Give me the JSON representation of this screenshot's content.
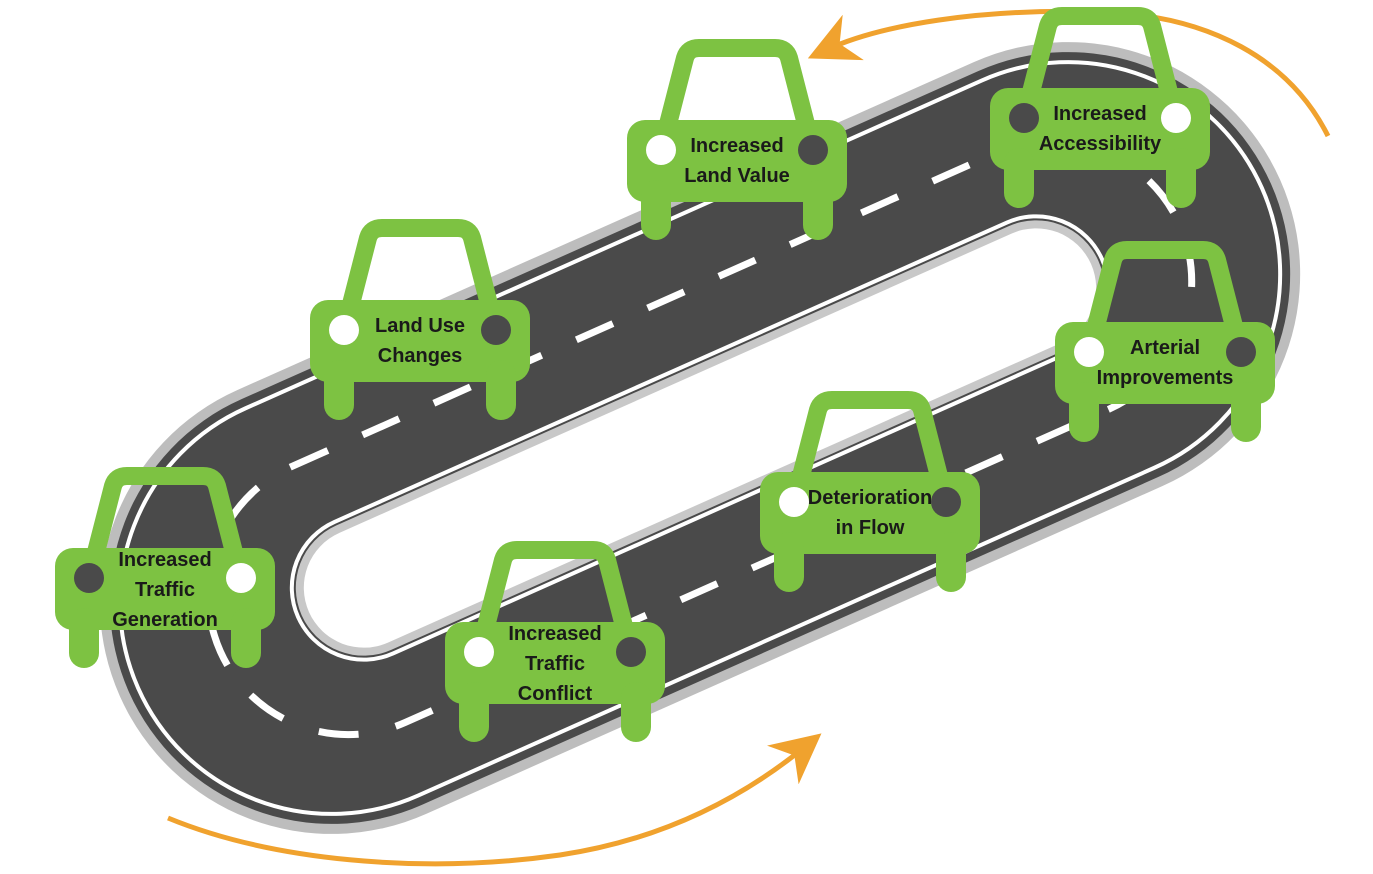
{
  "colors": {
    "car": "#7dc242",
    "road": "#474747",
    "road_edge": "#b9b9b9",
    "lane_line": "#ffffff",
    "arrow": "#f0a22e",
    "label": "#1a1a1a"
  },
  "cycle": {
    "steps": [
      {
        "key": "increased-land-value",
        "lines": [
          "Increased",
          "Land Value"
        ]
      },
      {
        "key": "increased-accessibility",
        "lines": [
          "Increased",
          "Accessibility"
        ]
      },
      {
        "key": "land-use-changes",
        "lines": [
          "Land Use",
          "Changes"
        ]
      },
      {
        "key": "arterial-improvements",
        "lines": [
          "Arterial",
          "Improvements"
        ]
      },
      {
        "key": "deterioration-in-flow",
        "lines": [
          "Deterioration",
          "in Flow"
        ]
      },
      {
        "key": "increased-traffic-generation",
        "lines": [
          "Increased",
          "Traffic",
          "Generation"
        ]
      },
      {
        "key": "increased-traffic-conflict",
        "lines": [
          "Increased",
          "Traffic",
          "Conflict"
        ]
      }
    ],
    "arrows": [
      {
        "key": "top-arrow",
        "icon": "curved-arrow-icon"
      },
      {
        "key": "bottom-arrow",
        "icon": "curved-arrow-icon"
      }
    ]
  }
}
